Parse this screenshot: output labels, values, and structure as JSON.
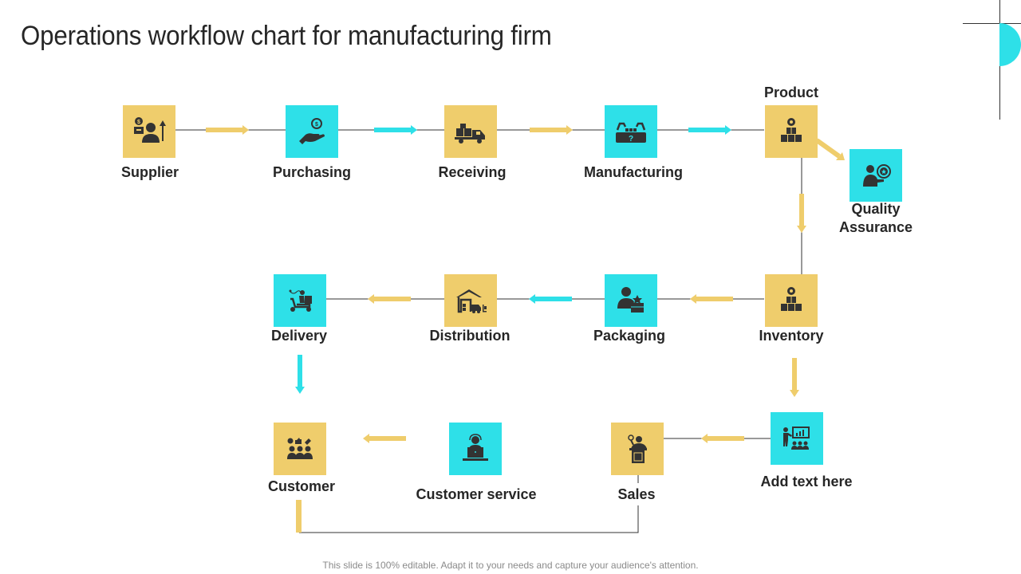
{
  "title": "Operations workflow chart for manufacturing firm",
  "footer": "This slide is 100% editable. Adapt it to your needs and capture your audience's attention.",
  "colors": {
    "yellow": "#efcd6c",
    "cyan": "#2ee0e8",
    "icon": "#333333",
    "line": "#333333"
  },
  "nodes": {
    "supplier": {
      "label": "Supplier",
      "icon": "supplier-icon",
      "color": "yellow"
    },
    "purchasing": {
      "label": "Purchasing",
      "icon": "hand-coin-icon",
      "color": "cyan"
    },
    "receiving": {
      "label": "Receiving",
      "icon": "delivery-truck-icon",
      "color": "yellow"
    },
    "manufacturing": {
      "label": "Manufacturing",
      "icon": "factory-robot-icon",
      "color": "cyan"
    },
    "product": {
      "label": "Product",
      "icon": "boxes-gear-icon",
      "color": "yellow"
    },
    "quality": {
      "label_line1": "Quality",
      "label_line2": "Assurance",
      "icon": "quality-person-icon",
      "color": "cyan"
    },
    "inventory": {
      "label": "Inventory",
      "icon": "boxes-gear-icon",
      "color": "yellow"
    },
    "packaging": {
      "label": "Packaging",
      "icon": "person-box-icon",
      "color": "cyan"
    },
    "distribution": {
      "label": "Distribution",
      "icon": "warehouse-icon",
      "color": "yellow"
    },
    "delivery": {
      "label": "Delivery",
      "icon": "scooter-delivery-icon",
      "color": "cyan"
    },
    "addtext": {
      "label": "Add text here",
      "icon": "presentation-icon",
      "color": "cyan"
    },
    "sales": {
      "label": "Sales",
      "icon": "speaker-podium-icon",
      "color": "yellow"
    },
    "customerservice": {
      "label": "Customer service",
      "icon": "support-agent-icon",
      "color": "cyan"
    },
    "customer": {
      "label": "Customer",
      "icon": "customer-group-icon",
      "color": "yellow"
    }
  },
  "flow": [
    [
      "Supplier",
      "Purchasing"
    ],
    [
      "Purchasing",
      "Receiving"
    ],
    [
      "Receiving",
      "Manufacturing"
    ],
    [
      "Manufacturing",
      "Product"
    ],
    [
      "Product",
      "Quality Assurance"
    ],
    [
      "Product",
      "Inventory"
    ],
    [
      "Inventory",
      "Packaging"
    ],
    [
      "Packaging",
      "Distribution"
    ],
    [
      "Distribution",
      "Delivery"
    ],
    [
      "Delivery",
      "Customer"
    ],
    [
      "Inventory",
      "Add text here"
    ],
    [
      "Add text here",
      "Sales"
    ],
    [
      "Customer service",
      "Customer"
    ],
    [
      "Customer",
      "Sales"
    ]
  ]
}
